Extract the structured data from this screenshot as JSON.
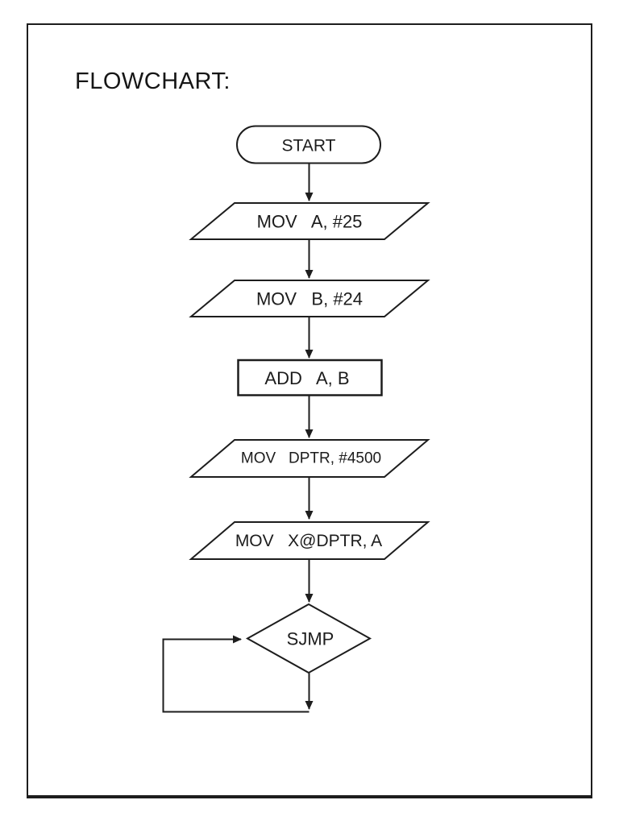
{
  "page": {
    "title": "FLOWCHART:"
  },
  "colors": {
    "ink": "#1d1d1d",
    "background": "#ffffff",
    "shape_fill": "#ffffff"
  },
  "flowchart": {
    "nodes": [
      {
        "id": "start",
        "type": "terminator",
        "label": "START"
      },
      {
        "id": "mov_a",
        "type": "io",
        "label": "MOV   A, #25"
      },
      {
        "id": "mov_b",
        "type": "io",
        "label": "MOV   B, #24"
      },
      {
        "id": "add_ab",
        "type": "process",
        "label": "ADD   A, B"
      },
      {
        "id": "mov_dptr",
        "type": "io",
        "label": "MOV   DPTR, #4500"
      },
      {
        "id": "movx",
        "type": "io",
        "label": "MOV   X@DPTR, A"
      },
      {
        "id": "sjmp",
        "type": "decision",
        "label": "SJMP"
      }
    ],
    "edges": [
      {
        "from": "start",
        "to": "mov_a"
      },
      {
        "from": "mov_a",
        "to": "mov_b"
      },
      {
        "from": "mov_b",
        "to": "add_ab"
      },
      {
        "from": "add_ab",
        "to": "mov_dptr"
      },
      {
        "from": "mov_dptr",
        "to": "movx"
      },
      {
        "from": "movx",
        "to": "sjmp"
      },
      {
        "from": "sjmp",
        "to": "loop-corner"
      },
      {
        "from": "loop-corner",
        "to": "sjmp",
        "type": "loop-back"
      }
    ]
  }
}
